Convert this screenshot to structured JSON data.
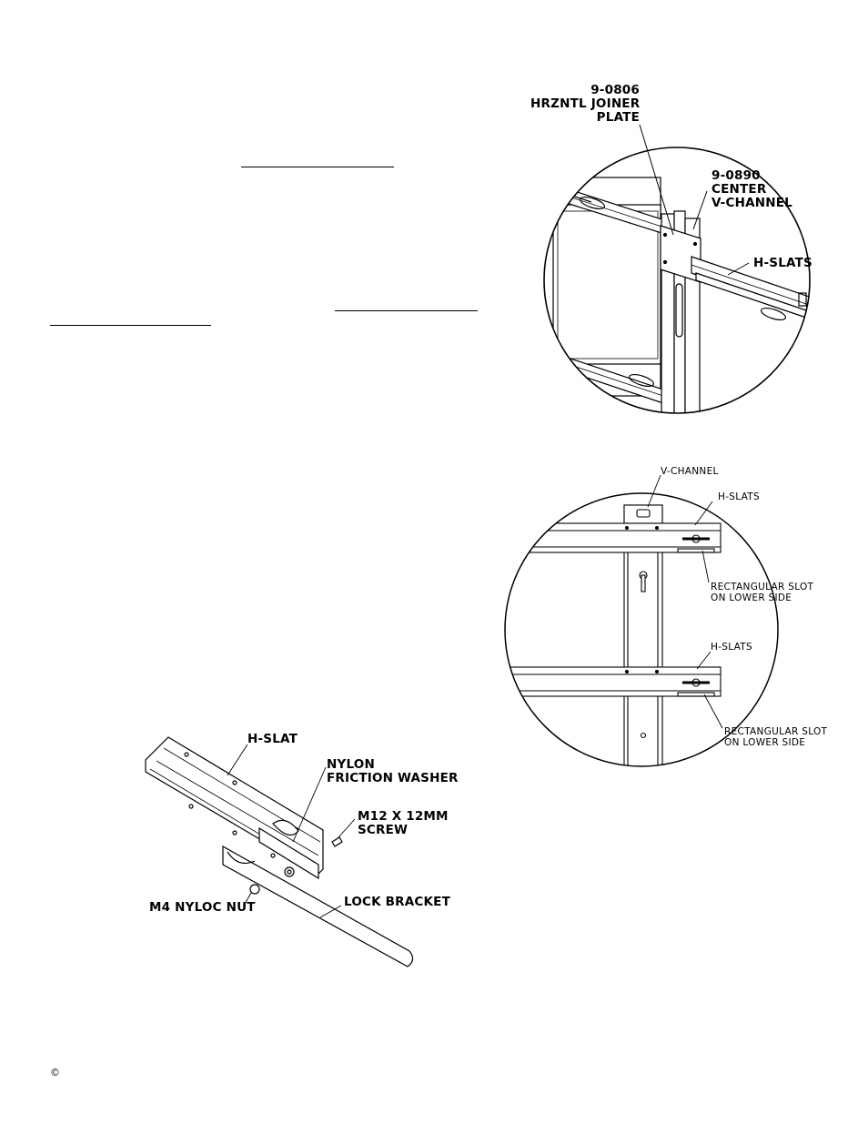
{
  "figure1": {
    "callout_joiner": [
      "9-0806",
      "HRZNTL JOINER",
      "PLATE"
    ],
    "callout_vchannel": [
      "9-0890",
      "CENTER",
      "V-CHANNEL"
    ],
    "callout_hslats": "H-SLATS"
  },
  "figure2": {
    "callout_vchannel": "V-CHANNEL",
    "callout_hslats_top": "H-SLATS",
    "callout_slot_top": [
      "RECTANGULAR SLOT",
      "ON LOWER SIDE"
    ],
    "callout_hslats_bottom": "H-SLATS",
    "callout_slot_bottom": [
      "RECTANGULAR SLOT",
      "ON LOWER SIDE"
    ]
  },
  "figure3": {
    "callout_hslat": "H-SLAT",
    "callout_washer": [
      "NYLON",
      "FRICTION WASHER"
    ],
    "callout_screw": [
      "M12 X 12MM",
      "SCREW"
    ],
    "callout_nut": "M4 NYLOC NUT",
    "callout_bracket": "LOCK BRACKET"
  },
  "footer": {
    "copyright_symbol": "©"
  }
}
